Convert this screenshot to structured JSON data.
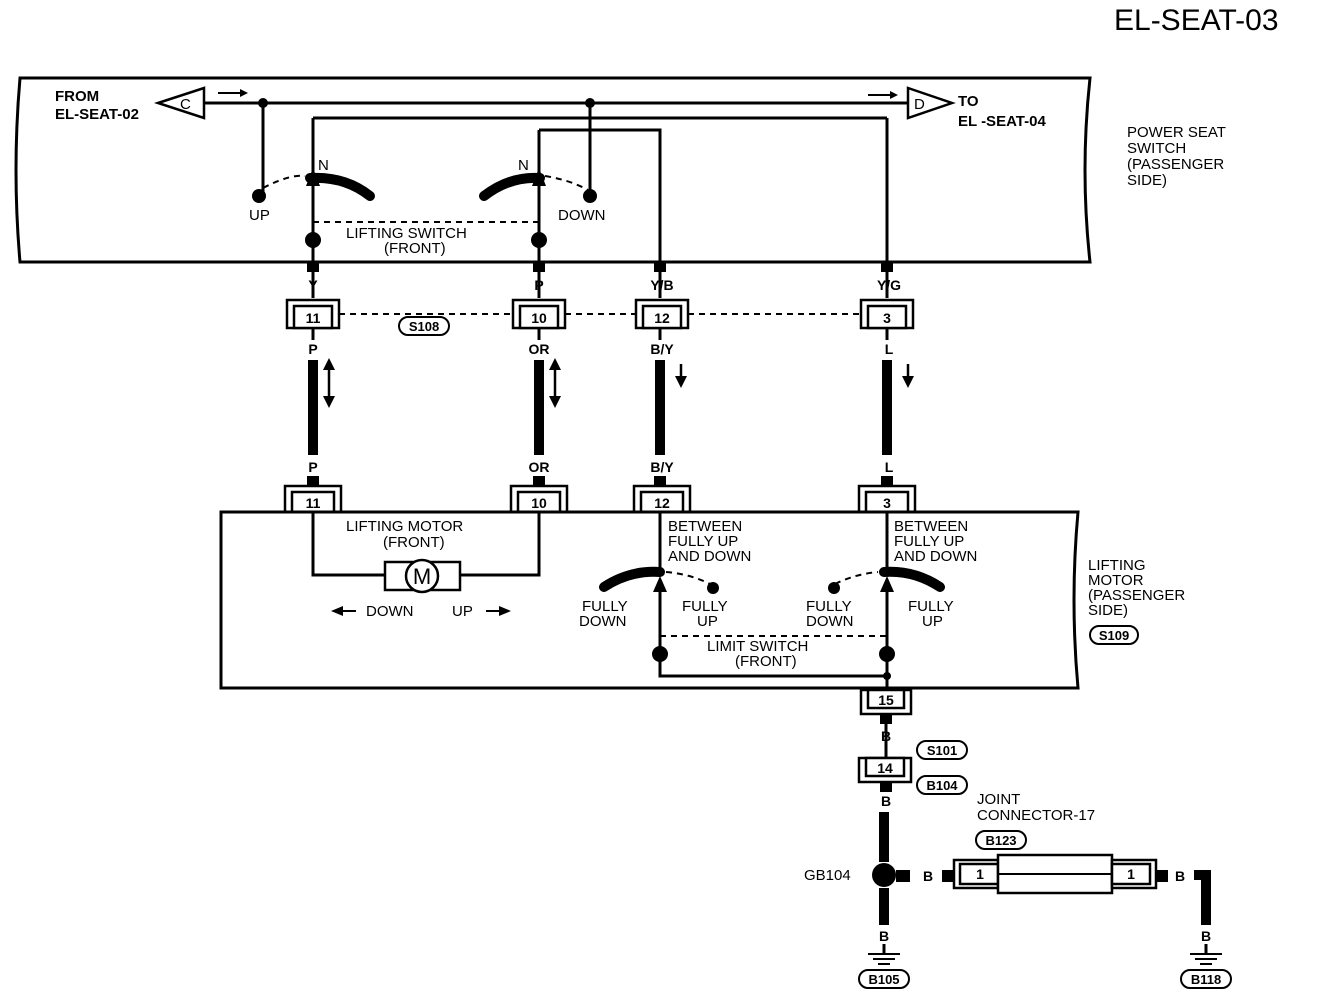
{
  "title": "EL-SEAT-03",
  "from": {
    "line1": "FROM",
    "line2": "EL-SEAT-02",
    "letter": "C"
  },
  "to": {
    "line1": "TO",
    "line2": "EL -SEAT-04",
    "letter": "D"
  },
  "switch_unit": {
    "name": [
      "POWER SEAT",
      "SWITCH",
      "(PASSENGER",
      " SIDE)"
    ],
    "lifting_switch": [
      "LIFTING SWITCH",
      "(FRONT)"
    ],
    "n": "N",
    "up": "UP",
    "down": "DOWN"
  },
  "harness": {
    "top_colors": [
      "Y",
      "P",
      "Y/B",
      "Y/G"
    ],
    "mid_pins": [
      "11",
      "10",
      "12",
      "3"
    ],
    "mid_connector": "S108",
    "wire_colors": [
      "P",
      "OR",
      "B/Y",
      "L"
    ],
    "lower_colors": [
      "P",
      "OR",
      "B/Y",
      "L"
    ],
    "motor_pins": [
      "11",
      "10",
      "12",
      "3"
    ]
  },
  "motor_unit": {
    "name": [
      "LIFTING",
      "MOTOR",
      "(PASSENGER",
      " SIDE)"
    ],
    "connector": "S109",
    "lifting_motor": [
      "LIFTING MOTOR",
      "(FRONT)"
    ],
    "m": "M",
    "dir_down": "DOWN",
    "dir_up": "UP",
    "between": [
      "BETWEEN",
      "FULLY UP",
      "AND DOWN"
    ],
    "fully_down": [
      "FULLY",
      "DOWN"
    ],
    "fully_up": [
      "FULLY",
      "UP"
    ],
    "limit_switch": [
      "LIMIT SWITCH",
      "(FRONT)"
    ]
  },
  "ground_path": {
    "pin15": "15",
    "color_b": "B",
    "s101": "S101",
    "pin14": "14",
    "b104": "B104",
    "joint": [
      "JOINT",
      "CONNECTOR-17"
    ],
    "b123": "B123",
    "gb104": "GB104",
    "pin1": "1",
    "b105": "B105",
    "b118": "B118"
  }
}
